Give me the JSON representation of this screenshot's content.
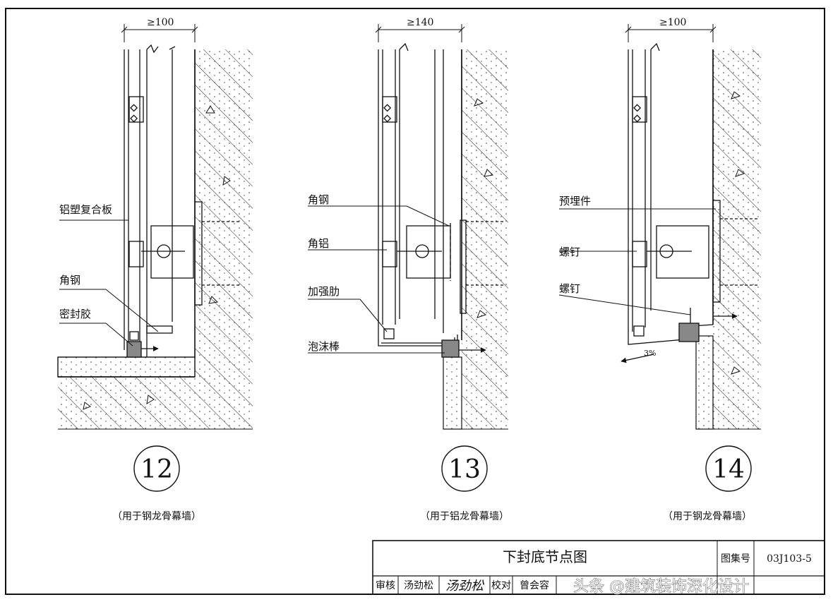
{
  "details": [
    {
      "number": "12",
      "dimension": "≥100",
      "caption": "（用于钢龙骨幕墙）",
      "labels": [
        "铝塑复合板",
        "角钢",
        "密封胶"
      ]
    },
    {
      "number": "13",
      "dimension": "≥140",
      "caption": "（用于铝龙骨幕墙）",
      "labels": [
        "角钢",
        "角铝",
        "加强肋",
        "泡沫棒"
      ]
    },
    {
      "number": "14",
      "dimension": "≥100",
      "caption": "（用于钢龙骨幕墙）",
      "labels": [
        "预埋件",
        "螺钉",
        "螺钉"
      ],
      "slope": "3%"
    }
  ],
  "title_block": {
    "title": "下封底节点图",
    "atlas_label": "图集号",
    "atlas_number": "03J103-5",
    "review_label": "审核",
    "reviewer": "汤劲松",
    "reviewer_signature": "汤劲松",
    "check_label": "校对",
    "checker": "曾会容"
  },
  "watermark": "头条 @建筑装饰深化设计"
}
